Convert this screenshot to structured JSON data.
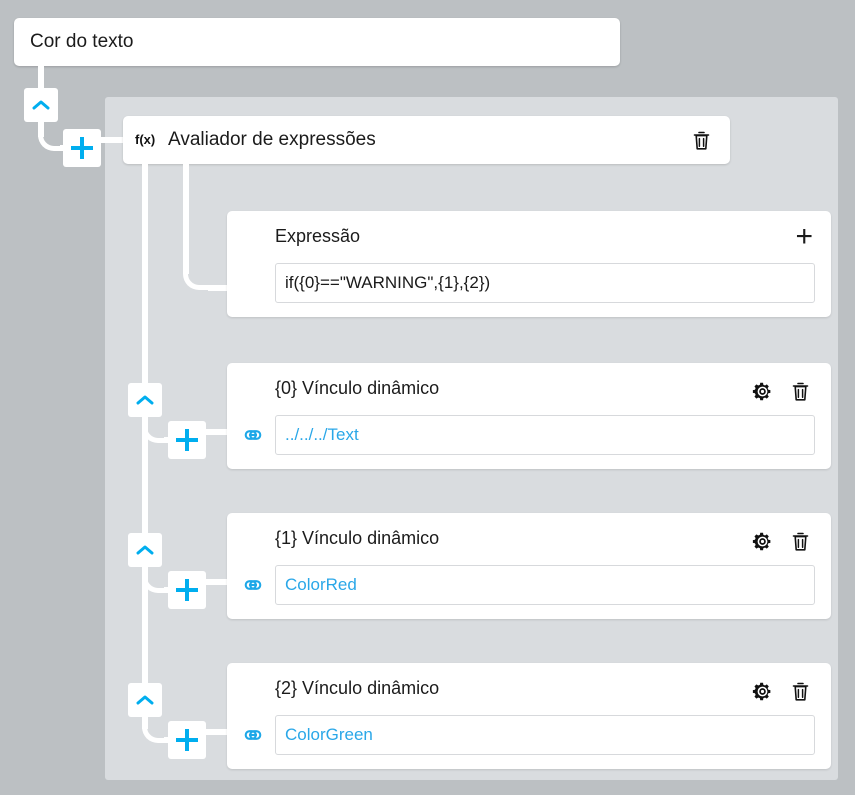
{
  "theme": {
    "outer_background": "#bcc0c3",
    "panel_background": "#d9dcdf",
    "card_background": "#ffffff",
    "accent_blue": "#00aeef",
    "link_text_blue": "#2aa7e8",
    "text_color": "#1b1b1b"
  },
  "title_bar": {
    "label": "Cor do texto"
  },
  "evaluator": {
    "fx_label": "f(x)",
    "title": "Avaliador de expressões",
    "delete_icon": "trash-icon"
  },
  "expression": {
    "label": "Expressão",
    "add_label": "+",
    "value": "if({0}==\"WARNING\",{1},{2})"
  },
  "dynamic_links": [
    {
      "label": "{0} Vínculo dinâmico",
      "value": "../../../Text",
      "settings_icon": "gear-icon",
      "delete_icon": "trash-icon",
      "link_icon": "chain-link-icon"
    },
    {
      "label": "{1} Vínculo dinâmico",
      "value": "ColorRed",
      "settings_icon": "gear-icon",
      "delete_icon": "trash-icon",
      "link_icon": "chain-link-icon"
    },
    {
      "label": "{2} Vínculo dinâmico",
      "value": "ColorGreen",
      "settings_icon": "gear-icon",
      "delete_icon": "trash-icon",
      "link_icon": "chain-link-icon"
    }
  ],
  "connectors": {
    "collapse_icon": "chevron-up-icon",
    "add_icon": "plus-icon"
  }
}
